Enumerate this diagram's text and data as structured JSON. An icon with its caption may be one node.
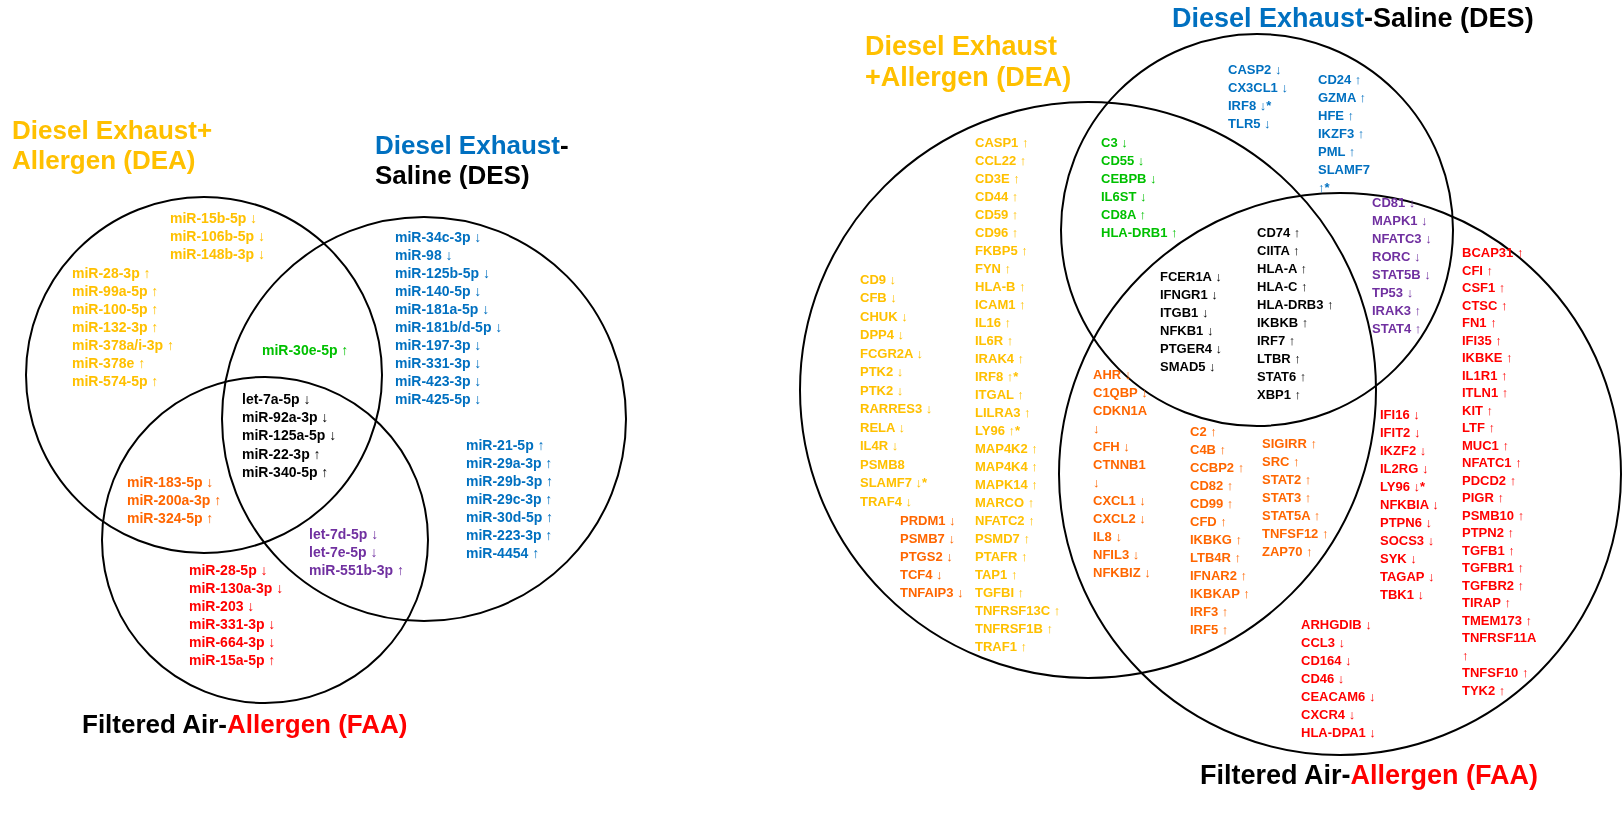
{
  "diagram": {
    "nodes": [
      {
        "text": [
          "Diesel Exhaust+ Allergen (DEA)"
        ]
      },
      {
        "text": [
          "Diesel Exhaust",
          "-Saline (DES)"
        ]
      },
      {
        "text": [
          "Filtered Air-",
          "Allergen (FAA)"
        ]
      },
      {
        "text": [
          "Diesel Exhaust +Allergen (DEA)"
        ]
      },
      {
        "text": [
          "Diesel Exhaust",
          "-Saline (DES)"
        ]
      },
      {
        "text": [
          "Filtered Air-",
          "Allergen (FAA)"
        ]
      }
    ],
    "labels": [
      "miR-15b-5p ↓",
      "miR-106b-5p ↓",
      "miR-148b-3p ↓",
      "miR-28-3p ↑",
      "miR-99a-5p ↑",
      "miR-100-5p ↑",
      "miR-132-3p ↑",
      "miR-378a/i-3p ↑",
      "miR-378e ↑",
      "miR-574-5p ↑",
      "miR-30e-5p ↑",
      "miR-34c-3p ↓",
      "miR-98 ↓",
      "miR-125b-5p ↓",
      "miR-140-5p ↓",
      "miR-181a-5p ↓",
      "miR-181b/d-5p ↓",
      "miR-197-3p ↓",
      "miR-331-3p ↓",
      "miR-423-3p ↓",
      "miR-425-5p ↓",
      "let-7a-5p ↓",
      "miR-92a-3p ↓",
      "miR-125a-5p ↓",
      "miR-22-3p ↑",
      "miR-340-5p ↑",
      "miR-21-5p ↑",
      "miR-29a-3p ↑",
      "miR-29b-3p ↑",
      "miR-29c-3p ↑",
      "miR-30d-5p ↑",
      "miR-223-3p ↑",
      "miR-4454 ↑",
      "miR-183-5p ↓",
      "miR-200a-3p ↑",
      "miR-324-5p ↑",
      "let-7d-5p ↓",
      "let-7e-5p ↓",
      "miR-551b-3p ↑",
      "miR-28-5p ↓",
      "miR-130a-3p ↓",
      "miR-203 ↓",
      "miR-331-3p ↓",
      "miR-664-3p ↓",
      "miR-15a-5p ↑",
      "CASP2 ↓",
      "CX3CL1 ↓",
      "IRF8 ↓*",
      "TLR5 ↓",
      "CD24 ↑",
      "GZMA ↑",
      "HFE ↑",
      "IKZF3 ↑",
      "PML ↑",
      "SLAMF7 ↑*",
      "CASP1 ↑",
      "CCL22 ↑",
      "CD3E ↑",
      "CD44 ↑",
      "CD59 ↑",
      "CD96 ↑",
      "FKBP5 ↑",
      "FYN ↑",
      "HLA-B ↑",
      "ICAM1 ↑",
      "IL16 ↑",
      "IL6R ↑",
      "IRAK4 ↑",
      "IRF8 ↑*",
      "ITGAL ↑",
      "LILRA3 ↑",
      "LY96 ↑*",
      "MAP4K2 ↑",
      "MAP4K4 ↑",
      "MAPK14 ↑",
      "MARCO ↑",
      "NFATC2 ↑",
      "PSMD7 ↑",
      "PTAFR ↑",
      "TAP1 ↑",
      "TGFBI ↑",
      "TNFRSF13C ↑",
      "TNFRSF1B ↑",
      "TRAF1 ↑",
      "C3 ↓",
      "CD55 ↓",
      "CEBPB ↓",
      "IL6ST ↓",
      "CD8A ↑",
      "HLA-DRB1 ↑",
      "CD81 ↓",
      "MAPK1 ↓",
      "NFATC3 ↓",
      "RORC ↓",
      "STAT5B ↓",
      "TP53 ↓",
      "IRAK3 ↑",
      "STAT4 ↑",
      "CD74 ↑",
      "CIITA ↑",
      "HLA-A ↑",
      "HLA-C ↑",
      "HLA-DRB3 ↑",
      "IKBKB ↑",
      "IRF7 ↑",
      "LTBR ↑",
      "STAT6 ↑",
      "XBP1 ↑",
      "BCAP31 ↑",
      "CFI ↑",
      "CSF1 ↑",
      "CTSC ↑",
      "FN1 ↑",
      "IFI35 ↑",
      "IKBKE ↑",
      "IL1R1 ↑",
      "ITLN1 ↑",
      "KIT ↑",
      "LTF ↑",
      "MUC1 ↑",
      "NFATC1 ↑",
      "PDCD2 ↑",
      "PIGR ↑",
      "PSMB10 ↑",
      "PTPN2 ↑",
      "TGFB1 ↑",
      "TGFBR1 ↑",
      "TGFBR2 ↑",
      "TIRAP ↑",
      "TMEM173 ↑",
      "TNFRSF11A ↑",
      "TNFSF10 ↑",
      "TYK2 ↑",
      "FCER1A ↓",
      "IFNGR1 ↓",
      "ITGB1 ↓",
      "NFKB1 ↓",
      "PTGER4 ↓",
      "SMAD5 ↓",
      "CD9 ↓",
      "CFB ↓",
      "CHUK ↓",
      "DPP4 ↓",
      "FCGR2A ↓",
      "PTK2 ↓",
      "PTK2 ↓",
      "RARRES3 ↓",
      "RELA ↓",
      "IL4R ↓",
      "PSMB8",
      "SLAMF7 ↓*",
      "TRAF4 ↓",
      "AHR ↓",
      "C1QBP ↓",
      "CDKN1A ↓",
      "CFH ↓",
      "CTNNB1 ↓",
      "CXCL1 ↓",
      "CXCL2 ↓",
      "IL8 ↓",
      "NFIL3 ↓",
      "NFKBIZ ↓",
      "IFI16 ↓",
      "IFIT2 ↓",
      "IKZF2 ↓",
      "IL2RG ↓",
      "LY96 ↓*",
      "NFKBIA ↓",
      "PTPN6 ↓",
      "SOCS3 ↓",
      "SYK ↓",
      "TAGAP ↓",
      "TBK1 ↓",
      "C2 ↑",
      "C4B ↑",
      "CCBP2 ↑",
      "CD82 ↑",
      "CD99 ↑",
      "CFD ↑",
      "IKBKG ↑",
      "LTB4R ↑",
      "IFNAR2 ↑",
      "IKBKAP ↑",
      "IRF3 ↑",
      "IRF5 ↑",
      "SIGIRR ↑",
      "SRC ↑",
      "STAT2 ↑",
      "STAT3 ↑",
      "STAT5A ↑",
      "TNFSF12 ↑",
      "ZAP70 ↑",
      "PRDM1 ↓",
      "PSMB7 ↓",
      "PTGS2 ↓",
      "TCF4 ↓",
      "TNFAIP3 ↓",
      "ARHGDIB ↓",
      "CCL3 ↓",
      "CD164 ↓",
      "CD46 ↓",
      "CEACAM6 ↓",
      "CXCR4 ↓",
      "HLA-DPA1 ↓"
    ]
  }
}
